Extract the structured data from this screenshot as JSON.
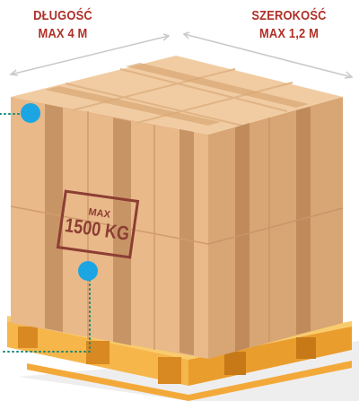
{
  "dimensions": {
    "length": {
      "name": "DŁUGOŚĆ",
      "value": "MAX 4 M"
    },
    "width": {
      "name": "SZEROKOŚĆ",
      "value": "MAX 1,2 M"
    }
  },
  "load": {
    "top": "MAX",
    "value": "1500 KG"
  },
  "colors": {
    "label_text": "#b03028",
    "stamp": "#8c3e33",
    "box_front": "#e9b98a",
    "box_side": "#d8a674",
    "box_top": "#f1cca2",
    "tape": "#c79466",
    "pallet": "#f6b64a",
    "marker": "#1ba6e3"
  },
  "icons": [
    "pallet-icon",
    "marker-dot-icon",
    "dimension-arrow-icon"
  ]
}
